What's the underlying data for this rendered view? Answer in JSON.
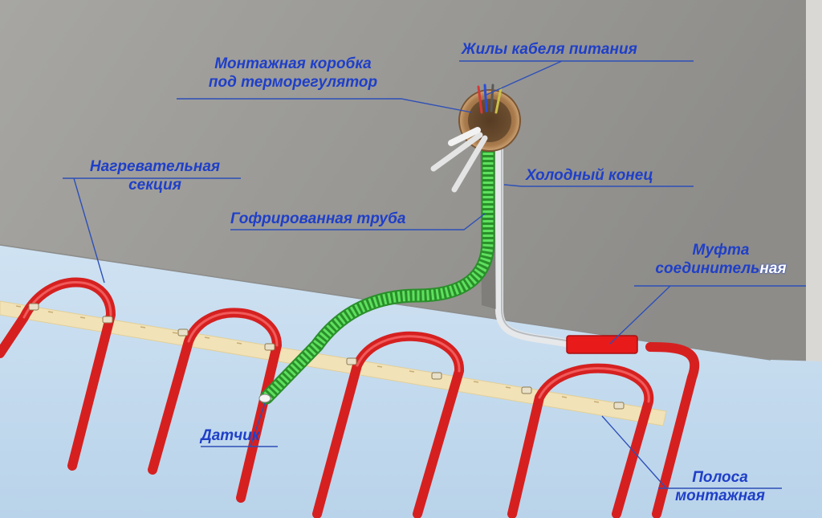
{
  "labels": {
    "junction_box": {
      "line1": "Монтажная коробка",
      "line2": "под терморегулятор"
    },
    "power_wires": "Жилы кабеля питания",
    "heating_section": {
      "line1": "Нагревательная",
      "line2": "секция"
    },
    "cold_end": "Холодный конец",
    "corrugated_tube": "Гофрированная труба",
    "coupling": {
      "line1": "Муфта",
      "line2_part1": "соединитель",
      "line2_part2": "ная"
    },
    "sensor": "Датчик",
    "mounting_strip": {
      "line1": "Полоса",
      "line2": "монтажная"
    }
  },
  "colors": {
    "wall": "#999894",
    "floor": "#c4dbef",
    "heating_cable": "#d62020",
    "mounting_strip": "#f1e2b8",
    "corrugated_tube": "#3cc43c",
    "coupling": "#e81a1a",
    "label_text": "#1f3fc8",
    "leader_line": "#2d4fb8"
  }
}
